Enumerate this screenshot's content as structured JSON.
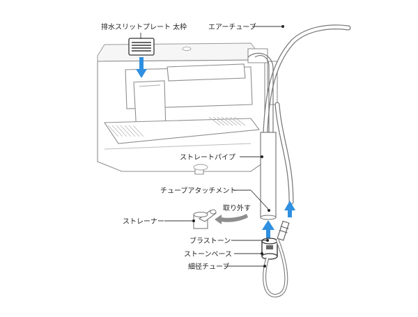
{
  "labels": {
    "slit_plate": "排水スリットプレート 太枠",
    "air_tube": "エアーチューブ",
    "straight_pipe": "ストレートパイプ",
    "tube_attachment": "チューブアタッチメント",
    "remove": "取り外す",
    "strainer": "ストレーナー",
    "bubble_stone": "ブラストーン",
    "stone_base": "ストーンベース",
    "thin_tube": "細径チューブ"
  },
  "colors": {
    "arrow": "#2f8fe0",
    "remove_arrow": "#8e8e8e",
    "outline": "#8d8d8d"
  }
}
